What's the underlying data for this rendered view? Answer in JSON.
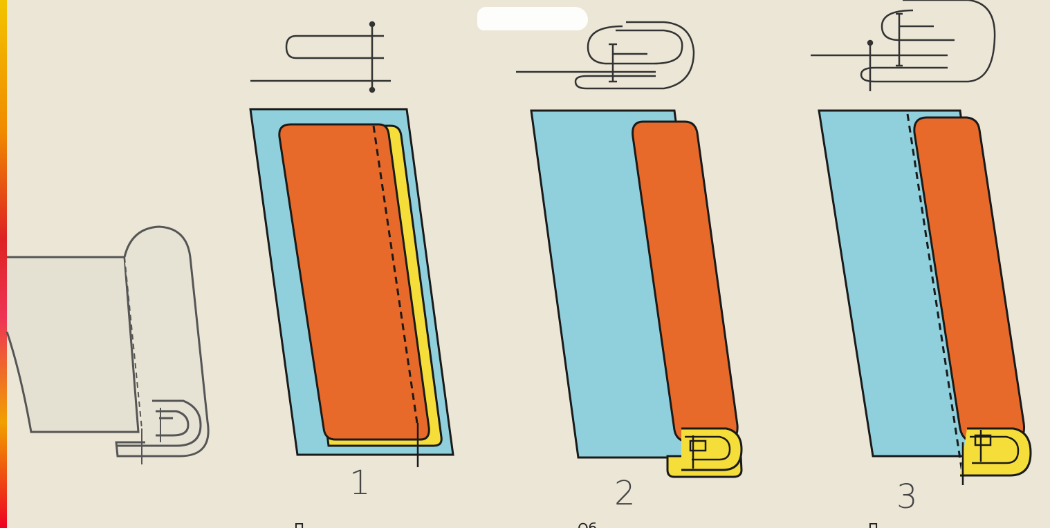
{
  "diagram": {
    "steps": [
      {
        "number": "1"
      },
      {
        "number": "2"
      },
      {
        "number": "3"
      }
    ],
    "captions": [
      "П",
      "Об",
      "П"
    ],
    "colors": {
      "paper": "#ebe6d6",
      "fabric_blue": "#8fd0dc",
      "fabric_orange": "#e86a2a",
      "lining_yellow": "#f5de3a",
      "outline": "#1a1a1a"
    }
  }
}
